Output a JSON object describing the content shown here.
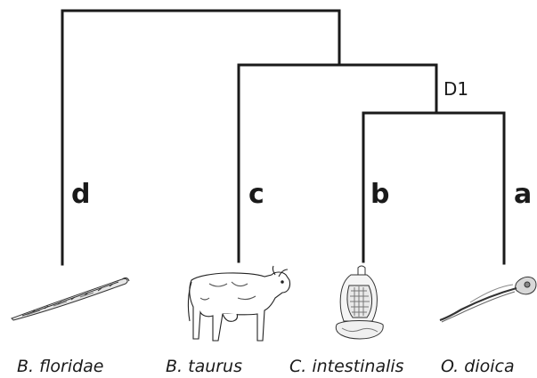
{
  "tree": {
    "node_label": "D1",
    "branch_labels": [
      "d",
      "c",
      "b",
      "a"
    ],
    "species": [
      "B. floridae",
      "B. taurus",
      "C. intestinalis",
      "O. dioica"
    ]
  },
  "icons": [
    "lancelet-icon",
    "cow-icon",
    "sea-squirt-icon",
    "larvacean-icon"
  ]
}
